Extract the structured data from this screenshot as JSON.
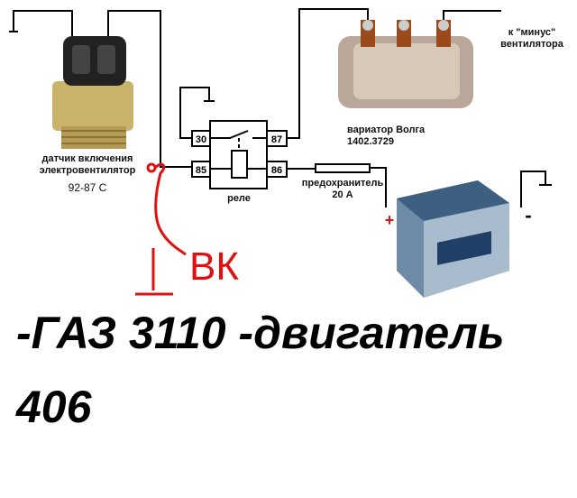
{
  "sensor": {
    "label_line1": "датчик включения",
    "label_line2": "электровентилятор",
    "temp": "92-87 С"
  },
  "relay": {
    "label": "реле",
    "pins": [
      "30",
      "87",
      "85",
      "86"
    ]
  },
  "fuse": {
    "label_line1": "предохранитель",
    "label_line2": "20 А"
  },
  "variator": {
    "label_line1": "вариатор Волга",
    "label_line2": "1402.3729"
  },
  "fan_minus": {
    "label_line1": "к \"минус\"",
    "label_line2": "вентилятора"
  },
  "battery": {
    "plus": "+",
    "minus": "-"
  },
  "annotation": {
    "text": "ВК",
    "color": "#e01010"
  },
  "caption": {
    "line1": "-ГАЗ 3110 -двигатель",
    "line2": "406"
  }
}
